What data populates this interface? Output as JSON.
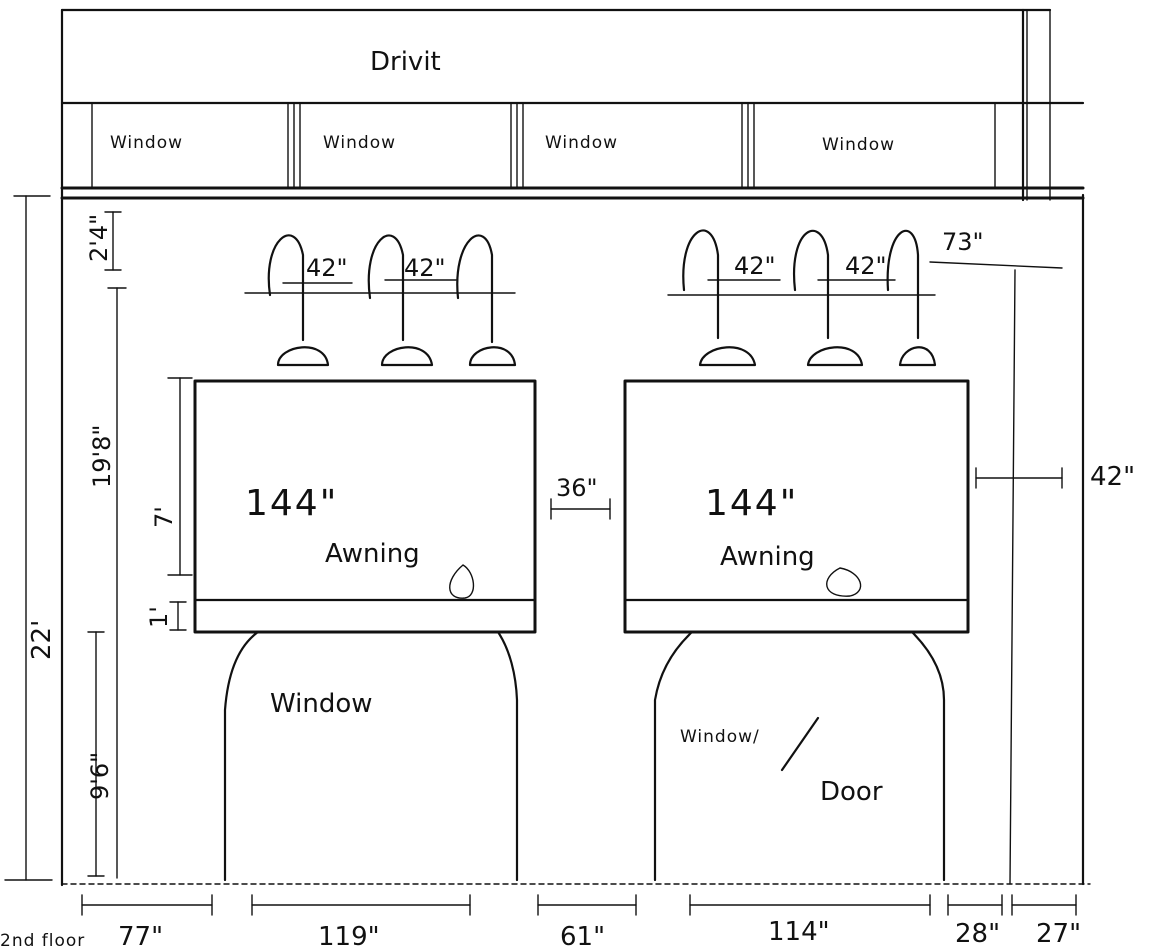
{
  "header": {
    "label": "Drivit"
  },
  "upper_windows": [
    "Window",
    "Window",
    "Window",
    "Window"
  ],
  "awnings": [
    {
      "width": "144\"",
      "label": "Awning"
    },
    {
      "width": "144\"",
      "label": "Awning"
    }
  ],
  "light_spacing": [
    "42\"",
    "42\"",
    "42\"",
    "42\""
  ],
  "right_light_offset": "73\"",
  "awning_gap": "36\"",
  "awning_right_offset": "42\"",
  "lower_openings": [
    {
      "label": "Window"
    },
    {
      "label_line1": "Window/",
      "label_line2": "Door"
    }
  ],
  "vertical_dims": {
    "top": "2'4\"",
    "upper": "19'8\"",
    "awning_h": "7'",
    "band": "1'",
    "lower": "9'6\"",
    "overall": "22'"
  },
  "bottom_dims": [
    "77\"",
    "119\"",
    "61\"",
    "114\"",
    "28\"",
    "27\""
  ],
  "corner_note": "2nd floor"
}
